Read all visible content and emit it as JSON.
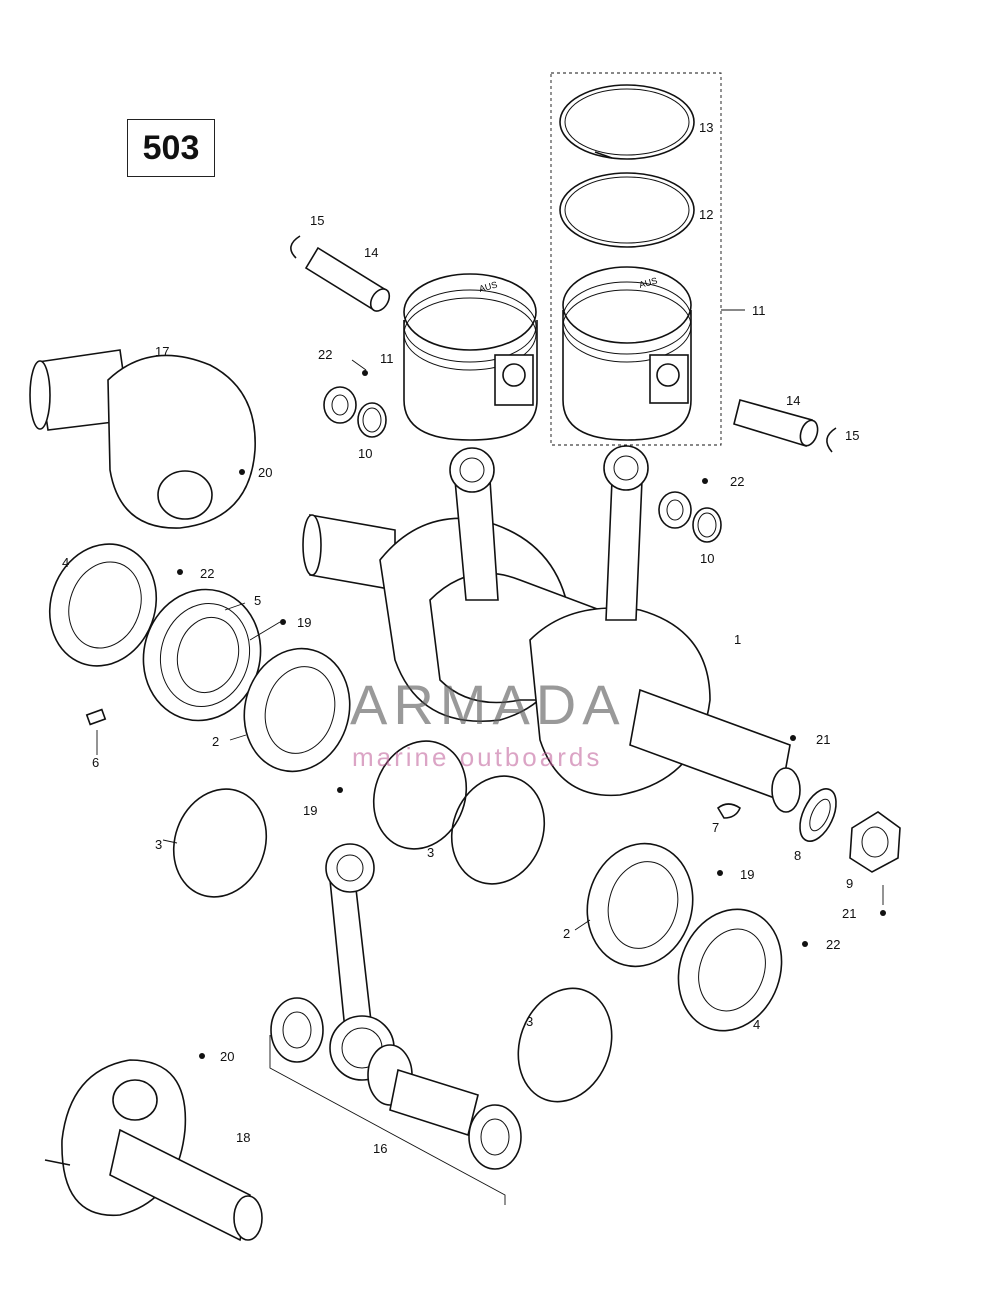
{
  "diagram": {
    "model_number": "503",
    "watermark": {
      "title": "ARMADA",
      "subtitle": "marine outboards"
    },
    "callouts": [
      {
        "id": "c13",
        "text": "13"
      },
      {
        "id": "c12",
        "text": "12"
      },
      {
        "id": "c11a",
        "text": "11"
      },
      {
        "id": "c11b",
        "text": "11"
      },
      {
        "id": "c15a",
        "text": "15"
      },
      {
        "id": "c14a",
        "text": "14"
      },
      {
        "id": "c14b",
        "text": "14"
      },
      {
        "id": "c15b",
        "text": "15"
      },
      {
        "id": "c17",
        "text": "17"
      },
      {
        "id": "c22a",
        "text": "22"
      },
      {
        "id": "c10a",
        "text": "10"
      },
      {
        "id": "c20a",
        "text": "20"
      },
      {
        "id": "c22b",
        "text": "22"
      },
      {
        "id": "c10b",
        "text": "10"
      },
      {
        "id": "c4a",
        "text": "4"
      },
      {
        "id": "c22c",
        "text": "22"
      },
      {
        "id": "c5",
        "text": "5"
      },
      {
        "id": "c19a",
        "text": "19"
      },
      {
        "id": "c1",
        "text": "1"
      },
      {
        "id": "c2a",
        "text": "2"
      },
      {
        "id": "c6",
        "text": "6"
      },
      {
        "id": "c19b",
        "text": "19"
      },
      {
        "id": "c21a",
        "text": "21"
      },
      {
        "id": "c3a",
        "text": "3"
      },
      {
        "id": "c3b",
        "text": "3"
      },
      {
        "id": "c7",
        "text": "7"
      },
      {
        "id": "c8",
        "text": "8"
      },
      {
        "id": "c9",
        "text": "9"
      },
      {
        "id": "c19c",
        "text": "19"
      },
      {
        "id": "c21b",
        "text": "21"
      },
      {
        "id": "c2b",
        "text": "2"
      },
      {
        "id": "c22d",
        "text": "22"
      },
      {
        "id": "c4b",
        "text": "4"
      },
      {
        "id": "c3c",
        "text": "3"
      },
      {
        "id": "c20b",
        "text": "20"
      },
      {
        "id": "c18",
        "text": "18"
      },
      {
        "id": "c16",
        "text": "16"
      }
    ]
  }
}
